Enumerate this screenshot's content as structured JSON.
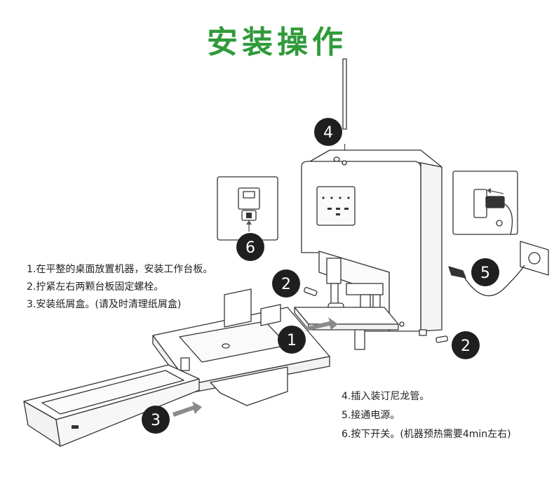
{
  "title": "安装操作",
  "badges": [
    "4",
    "6",
    "5",
    "2",
    "1",
    "2",
    "3"
  ],
  "left_steps": [
    "1.在平整的桌面放置机器，安装工作台板。",
    "2.拧紧左右两颗台板固定螺栓。",
    "3.安装纸屑盒。(请及时清理纸屑盒)"
  ],
  "right_steps": [
    "4.插入装订尼龙管。",
    "5.接通电源。",
    "6.按下开关。(机器预热需要4min左右)"
  ],
  "colors": {
    "title": "#2f9a3a",
    "badge": "#1f1f1f",
    "arrow": "#8a8a8a",
    "line": "#333333"
  }
}
